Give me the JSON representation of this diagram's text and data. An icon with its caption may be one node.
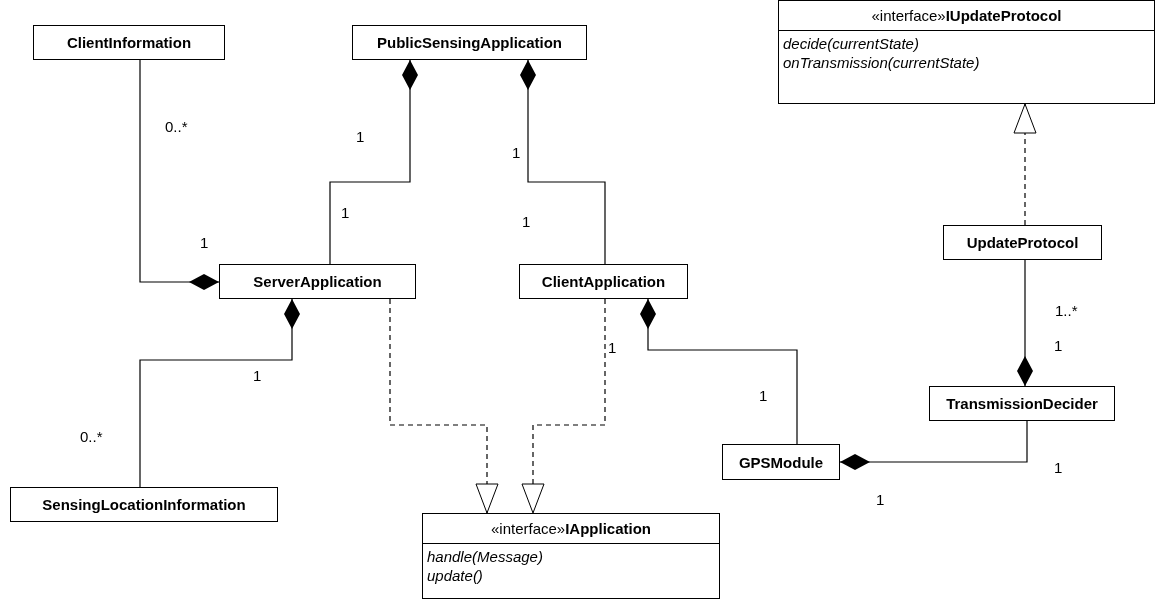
{
  "diagram": {
    "nodes": [
      {
        "text": [
          "ClientInformation"
        ]
      },
      {
        "text": [
          "PublicSensingApplication"
        ]
      },
      {
        "text": [
          "«interface»**IUpdateProtocol**",
          "decide(currentState)",
          "onTransmission(currentState)"
        ]
      },
      {
        "text": [
          "ServerApplication"
        ]
      },
      {
        "text": [
          "ClientApplication"
        ]
      },
      {
        "text": [
          "UpdateProtocol"
        ]
      },
      {
        "text": [
          "TransmissionDecider"
        ]
      },
      {
        "text": [
          "GPSModule"
        ]
      },
      {
        "text": [
          "SensingLocationInformation"
        ]
      },
      {
        "text": [
          "«interface»**IApplication**",
          "handle(Message)",
          "update()"
        ]
      }
    ],
    "edges": [
      {
        "from": 0,
        "to": 3,
        "arrow": "other"
      },
      {
        "from": 3,
        "to": 1,
        "arrow": "other"
      },
      {
        "from": 4,
        "to": 1,
        "arrow": "other"
      },
      {
        "from": 3,
        "to": 9,
        "arrow": "to",
        "style": "dashed"
      },
      {
        "from": 4,
        "to": 9,
        "arrow": "to",
        "style": "dashed"
      },
      {
        "from": 8,
        "to": 3,
        "arrow": "other"
      },
      {
        "from": 7,
        "to": 4,
        "arrow": "other"
      },
      {
        "from": 5,
        "to": 2,
        "arrow": "to",
        "style": "dashed"
      },
      {
        "from": 5,
        "to": 6,
        "arrow": "other"
      },
      {
        "from": 6,
        "to": 7,
        "arrow": "other"
      }
    ],
    "labels": [
      "0..*",
      "1",
      "1",
      "1",
      "1",
      "1",
      "1..*",
      "1",
      "1",
      "1",
      "1",
      "0..*",
      "1",
      "1"
    ]
  }
}
